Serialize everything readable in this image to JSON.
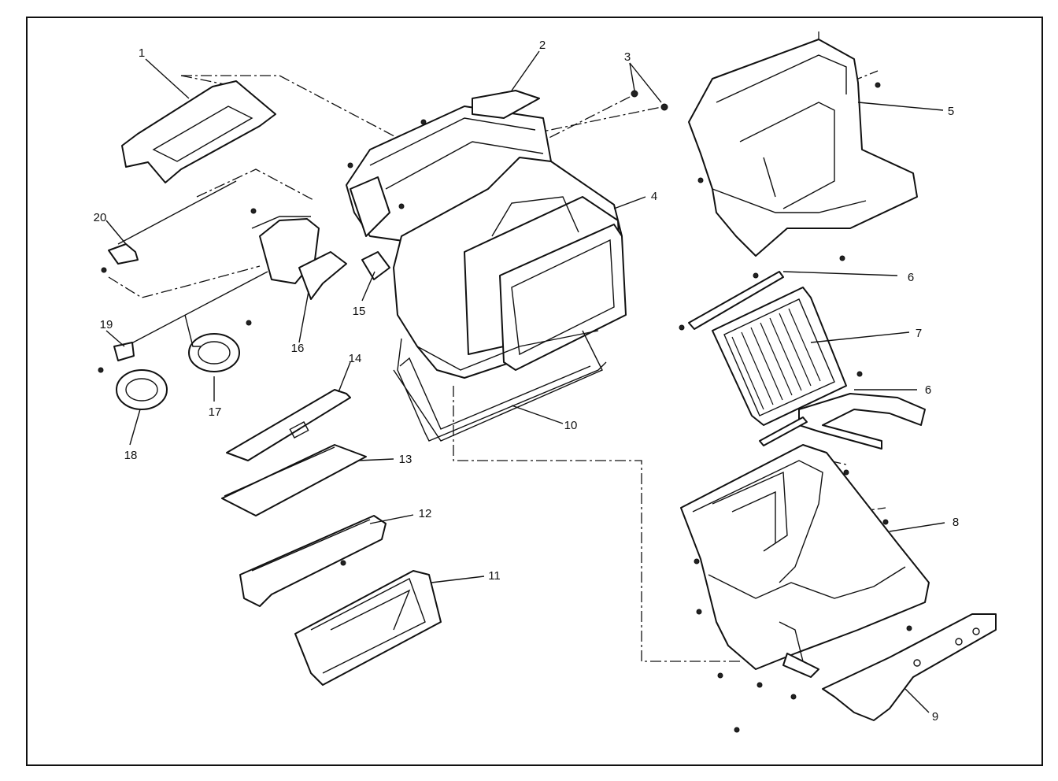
{
  "diagram": {
    "callouts": [
      {
        "id": "1",
        "text": "1"
      },
      {
        "id": "2",
        "text": "2"
      },
      {
        "id": "3",
        "text": "3"
      },
      {
        "id": "4",
        "text": "4"
      },
      {
        "id": "5",
        "text": "5"
      },
      {
        "id": "6a",
        "text": "6"
      },
      {
        "id": "6b",
        "text": "6"
      },
      {
        "id": "7",
        "text": "7"
      },
      {
        "id": "8",
        "text": "8"
      },
      {
        "id": "9",
        "text": "9"
      },
      {
        "id": "10",
        "text": "10"
      },
      {
        "id": "11",
        "text": "11"
      },
      {
        "id": "12",
        "text": "12"
      },
      {
        "id": "13",
        "text": "13"
      },
      {
        "id": "14",
        "text": "14"
      },
      {
        "id": "15",
        "text": "15"
      },
      {
        "id": "16",
        "text": "16"
      },
      {
        "id": "17",
        "text": "17"
      },
      {
        "id": "18",
        "text": "18"
      },
      {
        "id": "19",
        "text": "19"
      },
      {
        "id": "20",
        "text": "20"
      }
    ]
  }
}
